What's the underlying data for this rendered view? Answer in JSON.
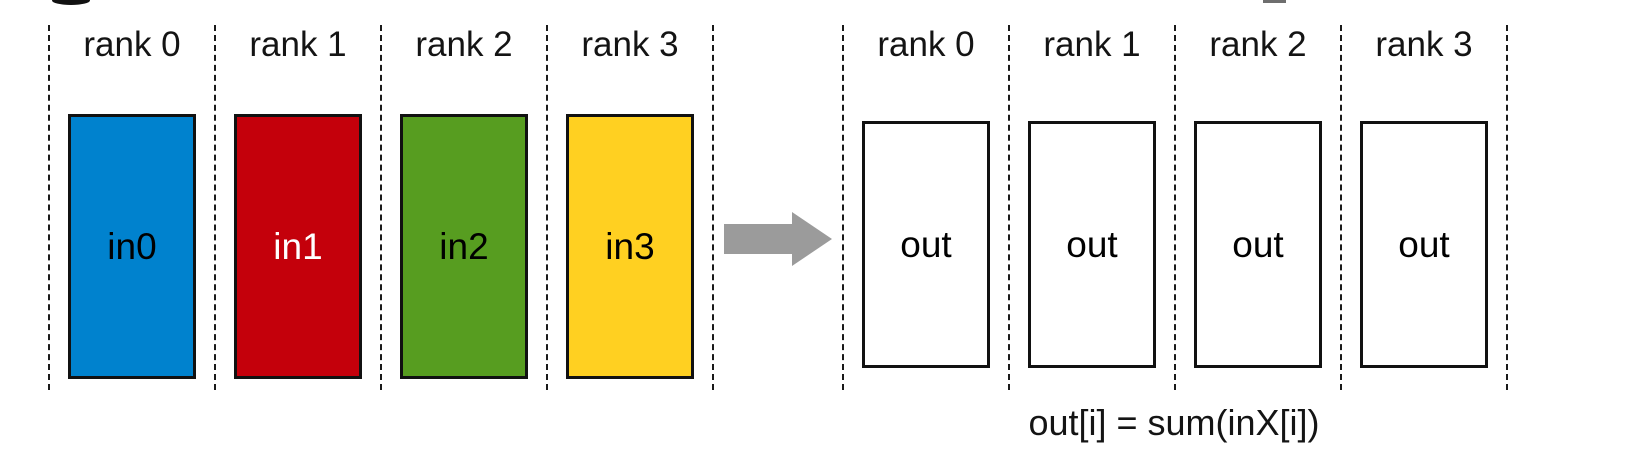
{
  "figure": {
    "caption": "out[i] = sum(inX[i])",
    "colors": {
      "arrow": "#9B9B9B",
      "dashed_line": "#1A1A1A",
      "box_border": "#111111"
    },
    "input_group": {
      "ranks": [
        "rank 0",
        "rank 1",
        "rank 2",
        "rank 3"
      ],
      "boxes": [
        {
          "label": "in0",
          "fill": "#0082CE",
          "text_color": "#000000"
        },
        {
          "label": "in1",
          "fill": "#C4000B",
          "text_color": "#FFFFFF"
        },
        {
          "label": "in2",
          "fill": "#579D20",
          "text_color": "#000000"
        },
        {
          "label": "in3",
          "fill": "#FFD021",
          "text_color": "#000000"
        }
      ]
    },
    "output_group": {
      "ranks": [
        "rank 0",
        "rank 1",
        "rank 2",
        "rank 3"
      ],
      "boxes": [
        {
          "label": "out",
          "fill": "#FFFFFF",
          "text_color": "#000000"
        },
        {
          "label": "out",
          "fill": "#FFFFFF",
          "text_color": "#000000"
        },
        {
          "label": "out",
          "fill": "#FFFFFF",
          "text_color": "#000000"
        },
        {
          "label": "out",
          "fill": "#FFFFFF",
          "text_color": "#000000"
        }
      ]
    }
  }
}
